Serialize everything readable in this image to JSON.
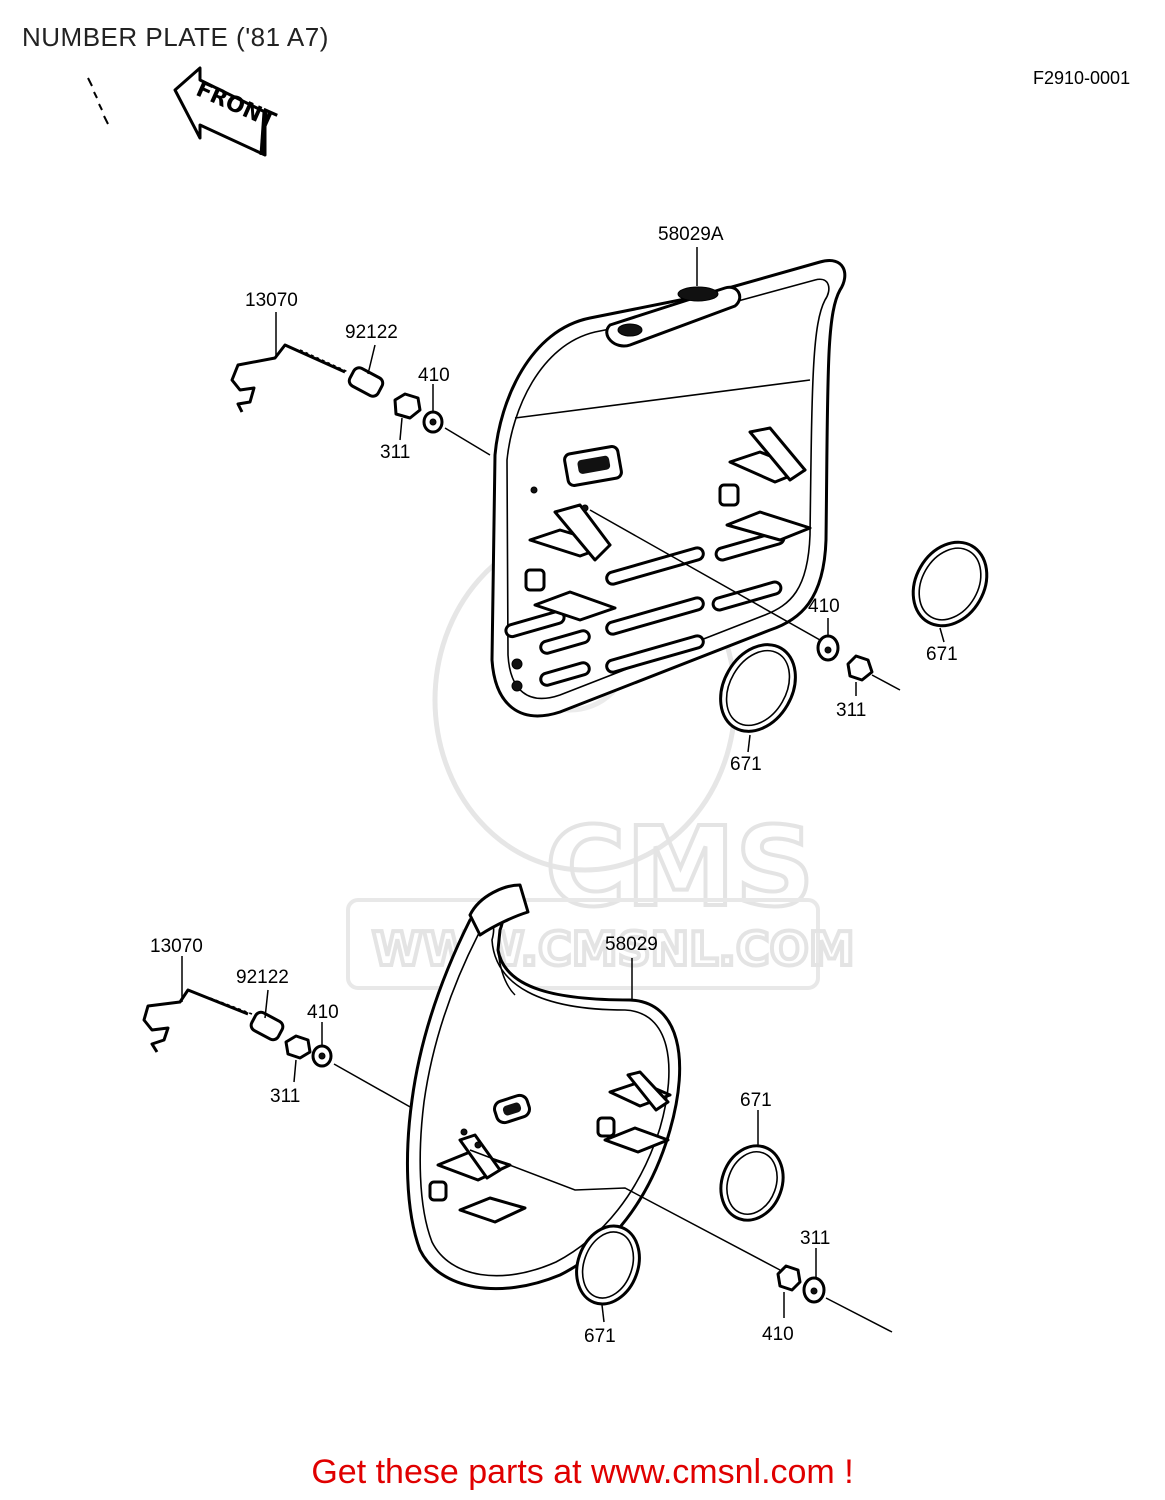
{
  "header": {
    "title": "NUMBER PLATE ('81 A7)",
    "figure_code": "F2910-0001"
  },
  "arrow": {
    "label": "FRONT"
  },
  "watermark": {
    "logo_text": "CMS",
    "url_text": "WWW.CMSNL.COM"
  },
  "callouts": {
    "upper": {
      "plate": "58029A",
      "bracket": "13070",
      "collar": "92122",
      "washer_left": "410",
      "nut_left": "311",
      "washer_right": "410",
      "nut_right": "311",
      "reflector_right": "671",
      "reflector_bottom": "671"
    },
    "lower": {
      "plate": "58029",
      "bracket": "13070",
      "collar": "92122",
      "washer_left": "410",
      "nut_left": "311",
      "reflector_right": "671",
      "nut_right": "311",
      "reflector_bottom": "671",
      "washer_right": "410"
    }
  },
  "footer": {
    "text": "Get these parts at www.cmsnl.com !"
  }
}
